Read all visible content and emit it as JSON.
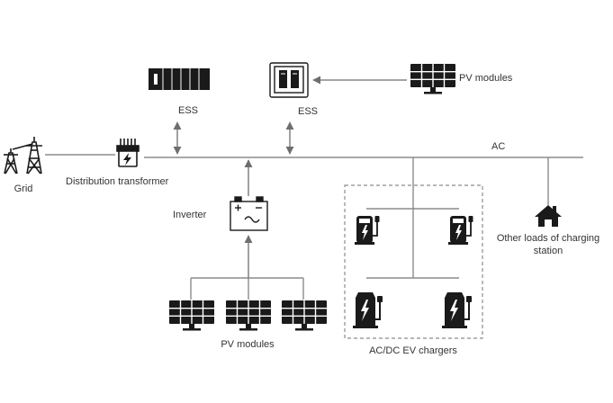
{
  "labels": {
    "grid": "Grid",
    "distribution_transformer": "Distribution transformer",
    "ess_left": "ESS",
    "ess_right": "ESS",
    "pv_modules_top": "PV modules",
    "ac": "AC",
    "inverter": "Inverter",
    "other_loads_line1": "Other loads of charging",
    "other_loads_line2": "station",
    "pv_modules_bottom": "PV modules",
    "ev_chargers": "AC/DC EV chargers"
  },
  "icons": {
    "grid": "transmission-tower-icon",
    "transformer": "transformer-icon",
    "ess_container": "battery-container-icon",
    "ess_cabinet": "storage-cabinet-icon",
    "pv": "solar-panel-icon",
    "inverter": "inverter-icon",
    "ac_charger": "ac-charger-icon",
    "dc_charger": "dc-charger-icon",
    "house": "house-icon"
  },
  "colors": {
    "line": "#8c8c8c",
    "icon": "#1a1a1a",
    "text": "#333333"
  }
}
